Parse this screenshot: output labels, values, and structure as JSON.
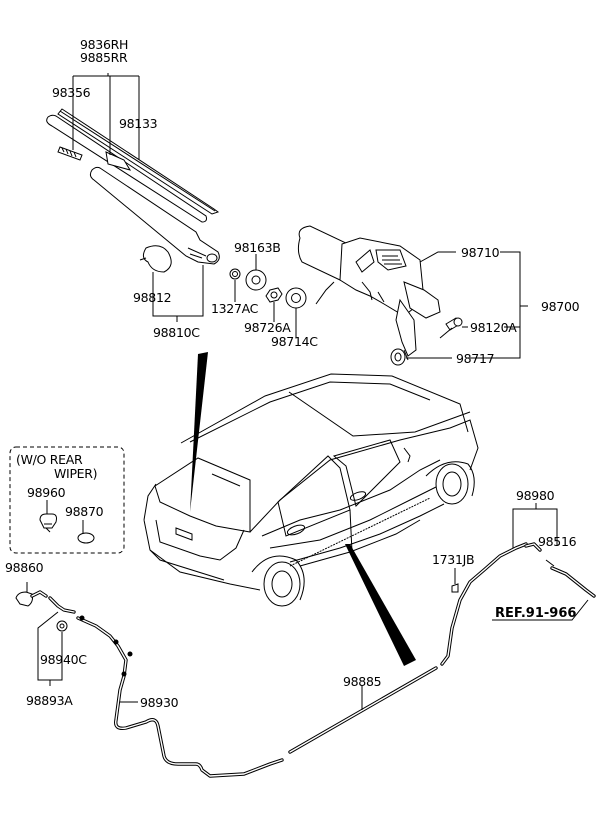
{
  "diagram": {
    "title": "Rear Wiper & Washer Parts Diagram",
    "labels": {
      "wiper_blade_rh": "9836RH",
      "wiper_blade_rr": "9885RR",
      "blade_insert": "98356",
      "blade_assembly": "98133",
      "arm_cover": "98812",
      "arm_assembly": "98810C",
      "nut": "1327AC",
      "cap_98163B": "98163B",
      "nut_98726A": "98726A",
      "washer_98714C": "98714C",
      "motor": "98710",
      "motor_assembly": "98700",
      "bolt": "98120A",
      "grommet": "98717",
      "wo_rear_wiper_note": "(W/O REAR",
      "wo_rear_wiper_note2": "WIPER)",
      "plug_98960": "98960",
      "cap_98870": "98870",
      "nozzle": "98860",
      "nozzle_grommet": "98940C",
      "nozzle_assembly": "98893A",
      "hose_98930": "98930",
      "hose_98885": "98885",
      "clip_1731JB": "1731JB",
      "hose_assembly": "98980",
      "connector": "98516",
      "reference": "REF.91-966"
    }
  }
}
